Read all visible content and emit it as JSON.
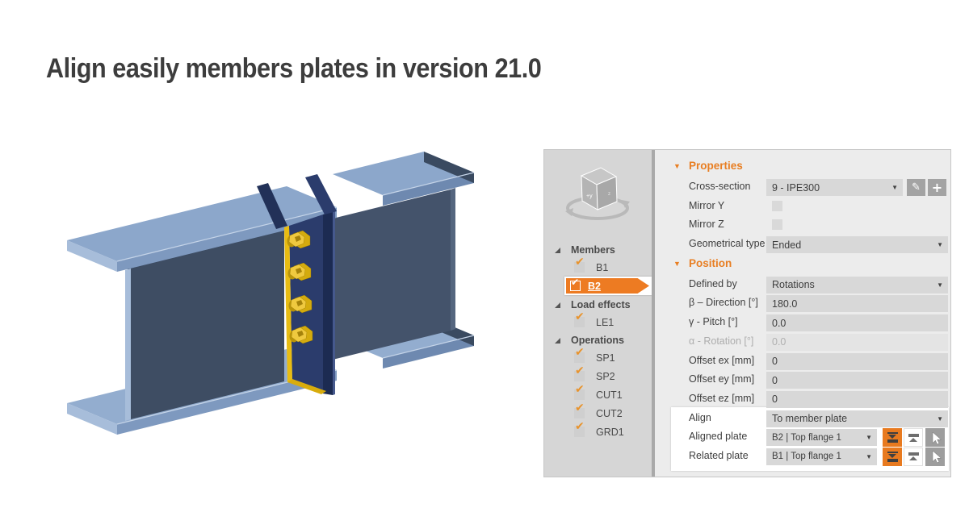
{
  "title": "Align easily members plates in version 21.0",
  "colors": {
    "accent_orange": "#e87e22",
    "selected_item_orange": "#ed7b22",
    "tree_bg": "#d6d6d6",
    "props_bg": "#ececec",
    "cell_bg": "#d8d8d8",
    "highlight_bg": "#ffffff",
    "beam_flange_blue": "#8ca7cb",
    "beam_web_blue": "#3e4d63",
    "plate_yellow": "#e8bc12",
    "plate_navy": "#2b3c6c"
  },
  "icons": {
    "dropdown": "▼",
    "section_expanded": "▼",
    "edit": "✎",
    "add": "+",
    "check": "✔"
  },
  "tree": {
    "groups": [
      {
        "label": "Members",
        "items": [
          {
            "label": "B1",
            "checked": true,
            "selected": false
          },
          {
            "label": "B2",
            "checked": true,
            "selected": true
          }
        ]
      },
      {
        "label": "Load effects",
        "items": [
          {
            "label": "LE1",
            "checked": true,
            "selected": false
          }
        ]
      },
      {
        "label": "Operations",
        "items": [
          {
            "label": "SP1",
            "checked": true,
            "selected": false
          },
          {
            "label": "SP2",
            "checked": true,
            "selected": false
          },
          {
            "label": "CUT1",
            "checked": true,
            "selected": false
          },
          {
            "label": "CUT2",
            "checked": true,
            "selected": false
          },
          {
            "label": "GRD1",
            "checked": true,
            "selected": false
          }
        ]
      }
    ]
  },
  "properties": {
    "section1": {
      "title": "Properties"
    },
    "cross_section": {
      "label": "Cross-section",
      "value": "9 - IPE300"
    },
    "mirror_y": {
      "label": "Mirror Y",
      "checked": false
    },
    "mirror_z": {
      "label": "Mirror Z",
      "checked": false
    },
    "geometrical_type": {
      "label": "Geometrical type",
      "value": "Ended"
    },
    "section2": {
      "title": "Position"
    },
    "defined_by": {
      "label": "Defined by",
      "value": "Rotations"
    },
    "beta": {
      "label": "β – Direction [°]",
      "value": "180.0"
    },
    "gamma": {
      "label": "γ - Pitch [°]",
      "value": "0.0"
    },
    "alpha": {
      "label": "α - Rotation [°]",
      "value": "0.0",
      "disabled": true
    },
    "offset_ex": {
      "label": "Offset ex [mm]",
      "value": "0"
    },
    "offset_ey": {
      "label": "Offset ey [mm]",
      "value": "0"
    },
    "offset_ez": {
      "label": "Offset ez [mm]",
      "value": "0"
    },
    "align": {
      "label": "Align",
      "value": "To member plate"
    },
    "aligned_plate": {
      "label": "Aligned plate",
      "value": "B2 | Top flange 1"
    },
    "related_plate": {
      "label": "Related plate",
      "value": "B1 | Top flange 1"
    }
  }
}
